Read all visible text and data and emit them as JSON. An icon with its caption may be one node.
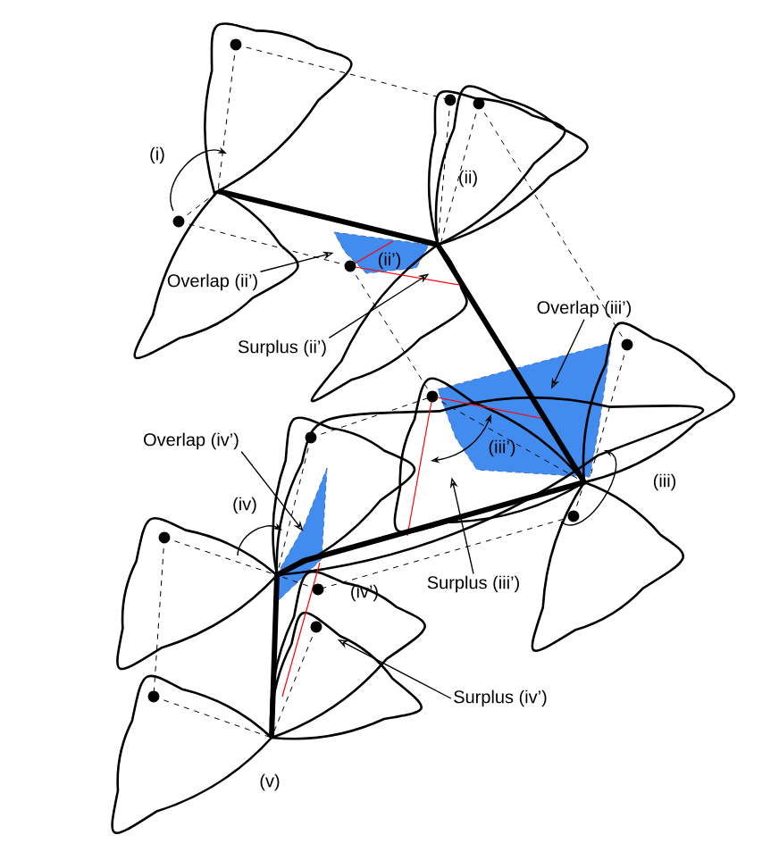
{
  "diagram": {
    "nodes": [
      {
        "text": [
          "Overlap (ii’)"
        ]
      },
      {
        "text": [
          "Surplus (ii’)"
        ]
      },
      {
        "text": [
          "Overlap (iii’)"
        ]
      },
      {
        "text": [
          "Surplus (iii’)"
        ]
      },
      {
        "text": [
          "Overlap (iv’)"
        ]
      },
      {
        "text": [
          "Surplus (iv’)"
        ]
      },
      {
        "text": [],
        "shape": "polygon"
      },
      {
        "text": [],
        "shape": "polygon"
      },
      {
        "text": [],
        "shape": "polygon"
      }
    ],
    "edges": [
      {
        "from": 0,
        "to": 6,
        "arrow": "to"
      },
      {
        "from": 1,
        "to": 6,
        "arrow": "to"
      },
      {
        "from": 2,
        "to": 7,
        "arrow": "to"
      },
      {
        "from": 3,
        "to": 7,
        "arrow": "to"
      },
      {
        "from": 4,
        "to": 8,
        "arrow": "to"
      },
      {
        "from": 5,
        "to": null,
        "arrow": "to"
      }
    ],
    "labels": [
      "(i)",
      "(ii)",
      "(ii’)",
      "(iii’)",
      "(iii)",
      "(iv)",
      "(iv’)",
      "(v)"
    ]
  }
}
